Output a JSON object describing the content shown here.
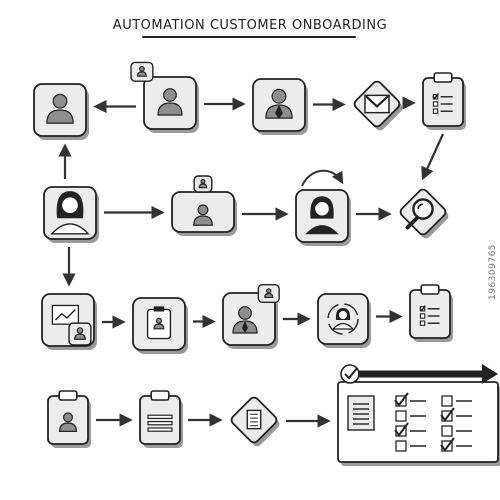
{
  "title": "AUTOMATION CUSTOMER ONBOARDING",
  "stock_id": "196309765",
  "colors": {
    "ink": "#222222",
    "fill": "#ececec",
    "shadow": "#9a9a9a",
    "paper": "#ffffff"
  },
  "nodes": [
    {
      "id": "n1",
      "shape": "square",
      "icon": "person-icon"
    },
    {
      "id": "n2",
      "shape": "square",
      "icon": "person-with-badge-icon"
    },
    {
      "id": "n3",
      "shape": "square",
      "icon": "man-with-tie-icon"
    },
    {
      "id": "n4",
      "shape": "diamond",
      "icon": "envelope-icon"
    },
    {
      "id": "n5",
      "shape": "clipboard",
      "icon": "checklist-icon"
    },
    {
      "id": "n6",
      "shape": "square",
      "icon": "woman-icon"
    },
    {
      "id": "n7",
      "shape": "wide",
      "icon": "person-card-icon"
    },
    {
      "id": "n8",
      "shape": "square",
      "icon": "businesswoman-icon"
    },
    {
      "id": "n9",
      "shape": "diamond",
      "icon": "magnifier-icon"
    },
    {
      "id": "n10",
      "shape": "square",
      "icon": "chart-with-person-icon"
    },
    {
      "id": "n11",
      "shape": "square",
      "icon": "id-card-icon"
    },
    {
      "id": "n12",
      "shape": "square",
      "icon": "man-with-bubble-icon"
    },
    {
      "id": "n13",
      "shape": "circle-square",
      "icon": "woman-refresh-icon"
    },
    {
      "id": "n14",
      "shape": "clipboard",
      "icon": "checklist-icon"
    },
    {
      "id": "n15",
      "shape": "clipboard",
      "icon": "person-clipboard-icon"
    },
    {
      "id": "n16",
      "shape": "clipboard",
      "icon": "document-lines-icon"
    },
    {
      "id": "n17",
      "shape": "diamond",
      "icon": "document-icon"
    },
    {
      "id": "n18",
      "shape": "board",
      "icon": "checklist-board-icon"
    }
  ],
  "edges": [
    [
      "n2",
      "n1"
    ],
    [
      "n2",
      "n3"
    ],
    [
      "n3",
      "n4"
    ],
    [
      "n4",
      "n5"
    ],
    [
      "n5",
      "n9"
    ],
    [
      "n6",
      "n1"
    ],
    [
      "n6",
      "n7"
    ],
    [
      "n7",
      "n8"
    ],
    [
      "n8",
      "n9"
    ],
    [
      "n6",
      "n10"
    ],
    [
      "n10",
      "n11"
    ],
    [
      "n11",
      "n12"
    ],
    [
      "n12",
      "n13"
    ],
    [
      "n13",
      "n14"
    ],
    [
      "n15",
      "n16"
    ],
    [
      "n16",
      "n17"
    ],
    [
      "n17",
      "n18"
    ]
  ]
}
